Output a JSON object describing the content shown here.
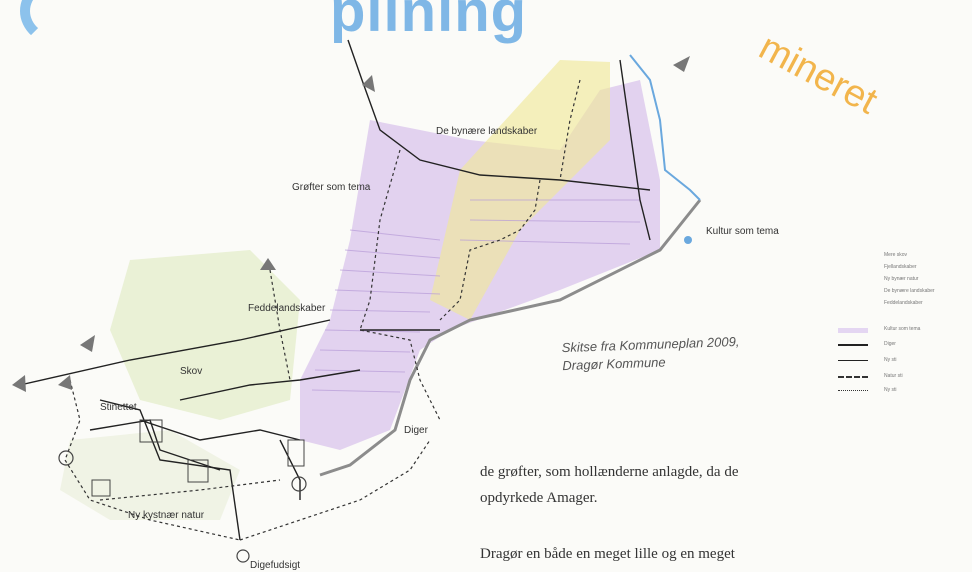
{
  "page": {
    "heading_fragment": "pilning",
    "stamp_fragment": "mineret"
  },
  "map": {
    "labels": [
      {
        "id": "bynaere",
        "text": "De bynære landskaber"
      },
      {
        "id": "grofter",
        "text": "Grøfter som tema"
      },
      {
        "id": "kultur",
        "text": "Kultur som tema"
      },
      {
        "id": "fedde",
        "text": "Feddelandskaber"
      },
      {
        "id": "skov",
        "text": "Skov"
      },
      {
        "id": "stinettet",
        "text": "Stinettet"
      },
      {
        "id": "diger",
        "text": "Diger"
      },
      {
        "id": "kystnaer",
        "text": "Ny kystnær natur"
      },
      {
        "id": "digefod",
        "text": "Digefudsigt"
      }
    ],
    "caption_lines": [
      "Skitse fra Kommuneplan 2009,",
      "Dragør Kommune"
    ],
    "colors": {
      "bynaere_yellow": "#efe89a",
      "grofter_purple": "#d9c4ec",
      "skov_green": "#e3ecc8",
      "road": "#222222",
      "coast": "#8c8c8c",
      "water": "#6aa8de"
    }
  },
  "legend": {
    "items": [
      "Mere skov",
      "Fjellandskaber",
      "Ny bynær natur",
      "De bynære landskaber",
      "Feddelandskaber",
      "Kultur som tema",
      "Diger",
      "Ny sti",
      "Natur sti",
      "Ny sti"
    ]
  },
  "text": {
    "line1": "de grøfter, som hollænderne anlagde, da de",
    "line2": "opdyrkede Amager.",
    "line3": "Dragør en både en meget lille og en meget"
  }
}
